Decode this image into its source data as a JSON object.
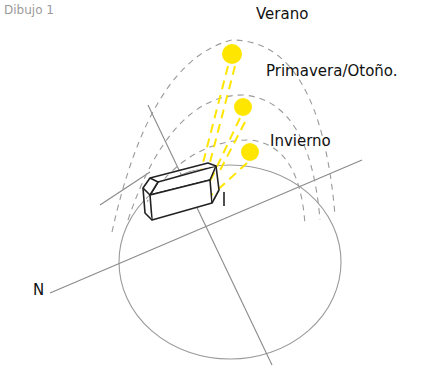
{
  "diagram": {
    "title": "Dibujo 1",
    "labels": [
      "Verano",
      "Primavera/Otoño.",
      "Invierno",
      "N"
    ]
  }
}
